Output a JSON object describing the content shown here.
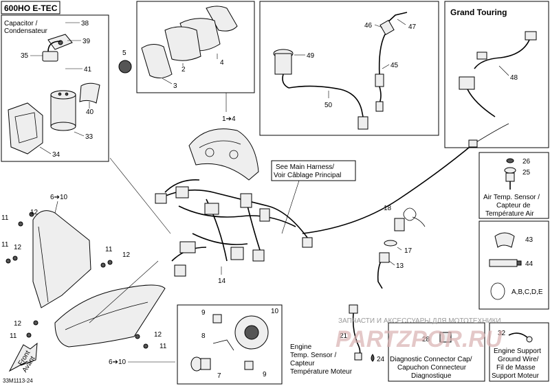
{
  "title": "600HO E-TEC",
  "figure_code": "33M1113-24",
  "groups": {
    "capacitor": [
      "Capacitor /",
      "Condensateur"
    ],
    "grand_touring": "Grand Touring",
    "main_harness": [
      "See Main Harness/",
      "Voir Câblage Principal"
    ],
    "air_temp": [
      "Air Temp. Sensor /",
      "Capteur de",
      "Température Air"
    ],
    "engine_temp": [
      "Engine",
      "Temp. Sensor /",
      "Capteur",
      "Température Moteur"
    ],
    "diag_cap": [
      "Diagnostic Connector Cap/",
      "Capuchon Connecteur",
      "Diagnostique"
    ],
    "ground_wire": [
      "Engine Support",
      "Ground Wire/",
      "Fil de Masse",
      "Support Moteur"
    ],
    "front": [
      "Front",
      "Avant"
    ]
  },
  "callouts": {
    "c1_4": "1➔4",
    "c6_10a": "6➔10",
    "c6_10b": "6➔10",
    "n2": "2",
    "n3": "3",
    "n4": "4",
    "n5": "5",
    "n7": "7",
    "n8": "8",
    "n9a": "9",
    "n9b": "9",
    "n10": "10",
    "n11a": "11",
    "n11b": "11",
    "n11c": "11",
    "n11d": "11",
    "n11e": "11",
    "n12a": "12",
    "n12b": "12",
    "n12c": "12",
    "n12d": "12",
    "n12e": "12",
    "n13": "13",
    "n14": "14",
    "n17": "17",
    "n18": "18",
    "n21": "21",
    "n24": "24",
    "n25": "25",
    "n26": "26",
    "n28": "28",
    "n32": "32",
    "n33": "33",
    "n34": "34",
    "n35": "35",
    "n38": "38",
    "n39": "39",
    "n40": "40",
    "n41": "41",
    "n43": "43",
    "n44": "44",
    "n45": "45",
    "n46": "46",
    "n47": "47",
    "n48": "48",
    "n49": "49",
    "n50": "50",
    "abcde": "A,B,C,D,E"
  },
  "watermark": {
    "line1": "ЗАПЧАСТИ И АКСЕССУАРЫ ДЛЯ МОТОТЕХНИКИ",
    "line2": "PARTZPOR.RU"
  }
}
